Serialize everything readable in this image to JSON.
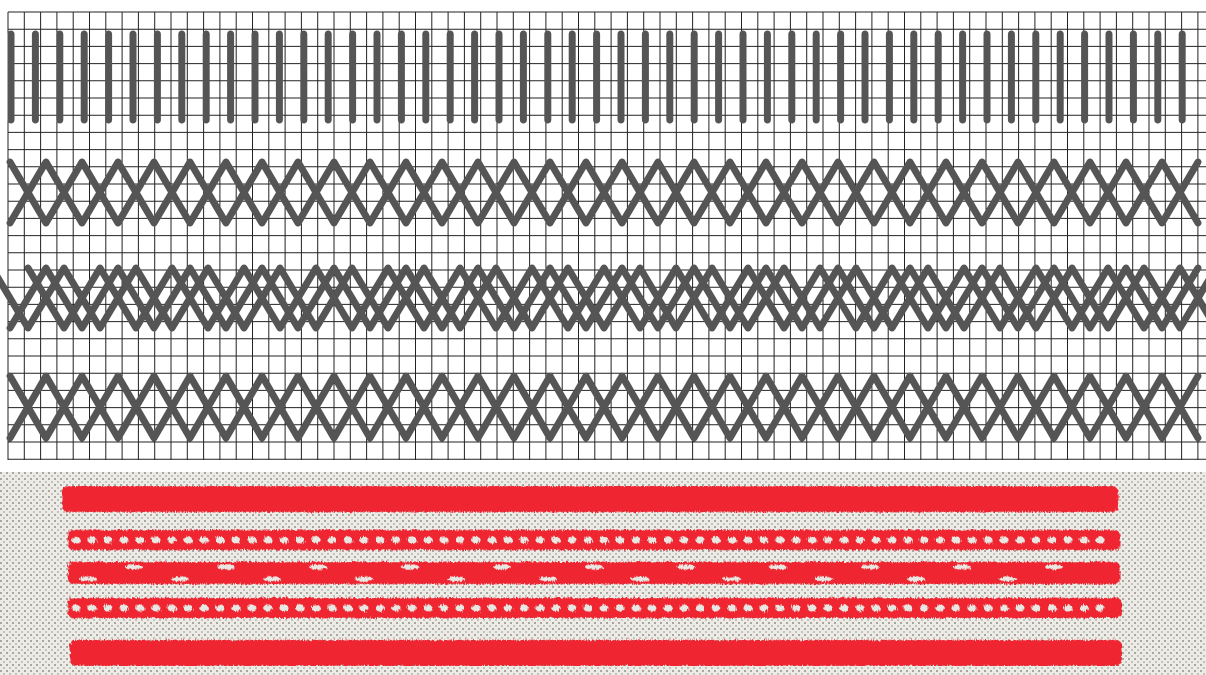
{
  "figure": {
    "chart_panel": {
      "grid_color": "#222222",
      "stitch_color": "#555555",
      "rows": [
        {
          "name": "straight-stitch-row",
          "kind": "vertical"
        },
        {
          "name": "double-cross-row-1",
          "kind": "zigzag-double"
        },
        {
          "name": "offset-cross-row",
          "kind": "zigzag-offset"
        },
        {
          "name": "double-cross-row-2",
          "kind": "zigzag-double"
        }
      ]
    },
    "sampler_panel": {
      "fabric_color": "#e9e7e2",
      "thread_color": "#ef2630",
      "bands": [
        {
          "name": "solid-band-top",
          "kind": "solid"
        },
        {
          "name": "lattice-band-1",
          "kind": "lattice"
        },
        {
          "name": "offset-band",
          "kind": "wavy"
        },
        {
          "name": "lattice-band-2",
          "kind": "lattice"
        },
        {
          "name": "solid-band-bottom",
          "kind": "solid"
        }
      ]
    }
  }
}
